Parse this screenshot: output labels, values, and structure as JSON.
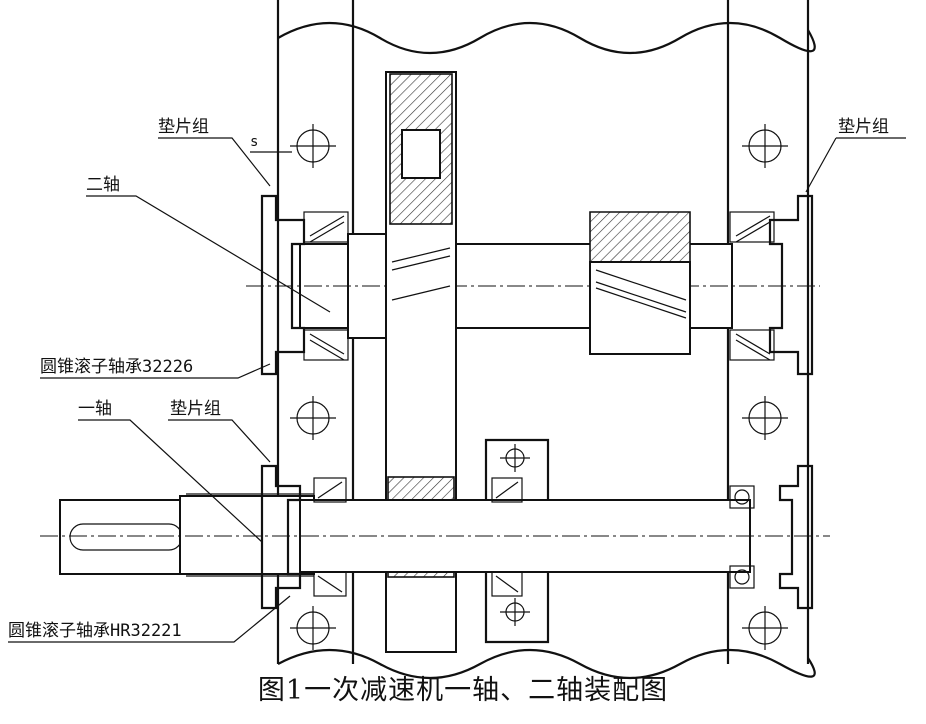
{
  "labels": {
    "shim_top_left": "垫片组",
    "gap_s": "s",
    "shaft2": "二轴",
    "bearing_32226": "圆锥滚子轴承32226",
    "shaft1": "一轴",
    "shim_mid_left": "垫片组",
    "shim_top_right": "垫片组",
    "bearing_hr32221": "圆锥滚子轴承HR32221"
  },
  "caption": "图1一次减速机一轴、二轴装配图"
}
